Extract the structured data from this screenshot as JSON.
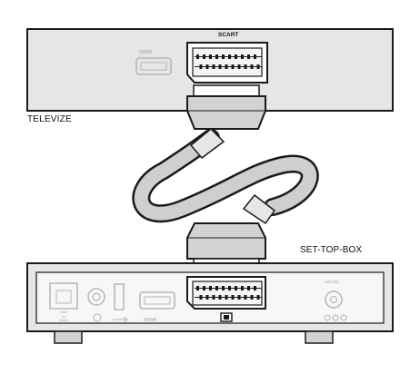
{
  "devices": {
    "tv_label": "TELEVIZE",
    "stb_label": "SET-TOP-BOX"
  },
  "ports": {
    "tv_scart_label": "SCART",
    "tv_hdmi_label": "HDMI",
    "stb_hdmi_label": "HDMI",
    "stb_power_label": "12V DC"
  },
  "colors": {
    "device_fill": "#e6e6e6",
    "outline": "#1a1a1a",
    "connector_fill": "#d2d2d2",
    "cable_fill": "#cfcfcf",
    "faded_port": "#b5b5b5"
  },
  "icons": [
    "ethernet-port-icon",
    "audio-jack-icon",
    "usb-port-icon",
    "hdmi-port-icon",
    "scart-port-icon",
    "power-jack-icon",
    "tv-icon"
  ]
}
